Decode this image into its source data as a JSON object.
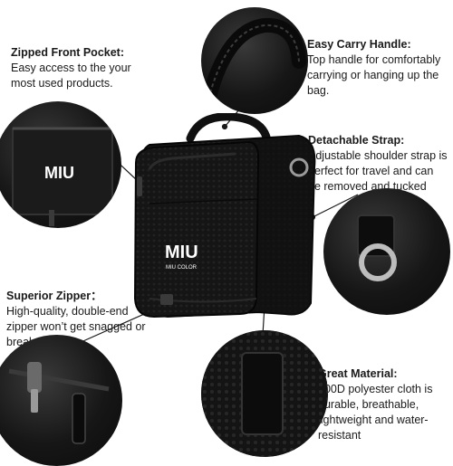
{
  "callouts": {
    "pocket": {
      "title": "Zipped Front Pocket:",
      "desc": "Easy access to the your most used products."
    },
    "handle": {
      "title": "Easy Carry Handle:",
      "desc": "Top handle for comfortably carrying or hanging up the bag."
    },
    "strap": {
      "title": "Detachable Strap:",
      "desc": "Adjustable shoulder strap is perfect for travel and can be removed and tucked"
    },
    "zipper": {
      "title": "Superior Zipper：",
      "desc": "High-quality, double-end zipper won’t get snagged or break."
    },
    "material": {
      "title": "Great Material:",
      "desc": "300D polyester cloth is durable, breathable, lightweight and water-resistant"
    }
  },
  "brand": {
    "logo": "MIU",
    "tagline": "MIU COLOR"
  },
  "colors": {
    "bag": "#141414",
    "accent": "#ffffff",
    "text": "#1a1a1a"
  }
}
